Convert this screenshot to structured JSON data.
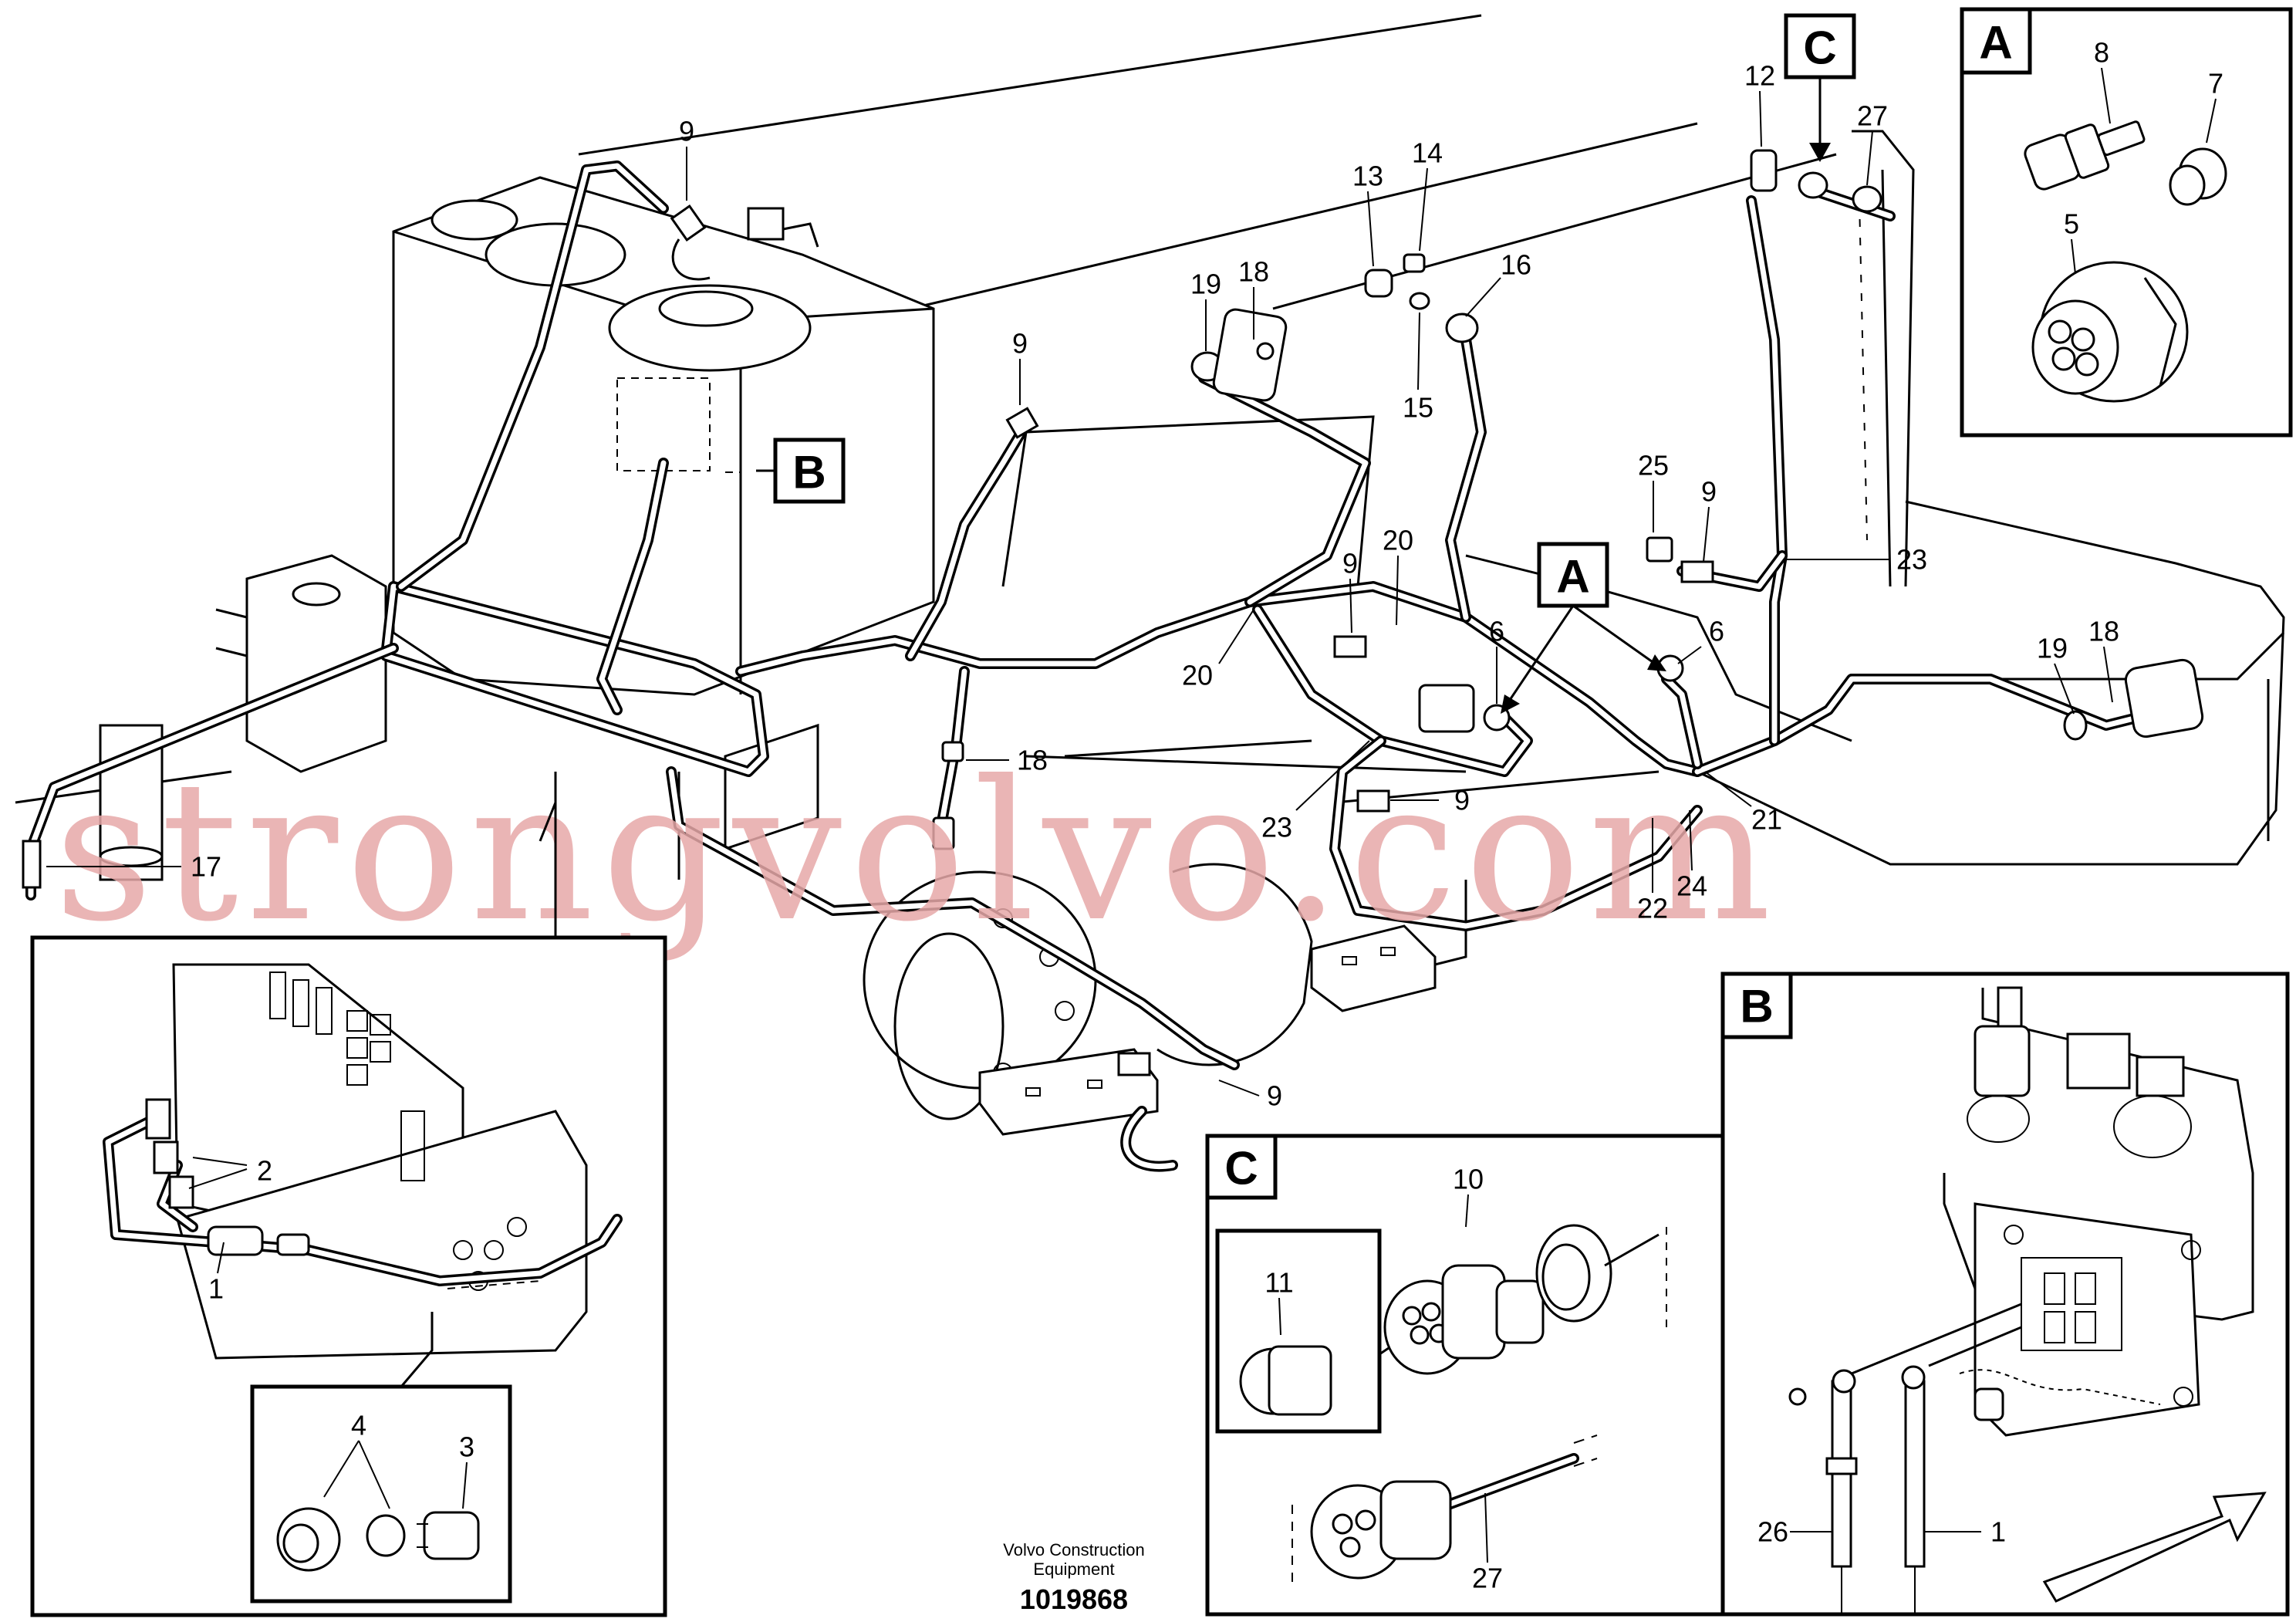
{
  "diagram": {
    "watermark": "strongvolvo.com",
    "footer": {
      "maker_line1": "Volvo Construction",
      "maker_line2": "Equipment",
      "drawing_number": "1019868"
    },
    "view_labels": {
      "A": "A",
      "B": "B",
      "C": "C"
    },
    "callouts": {
      "c9_top": "9",
      "c9_mid": "9",
      "c19_top": "19",
      "c18_top": "18",
      "c13": "13",
      "c14": "14",
      "c16": "16",
      "c15": "15",
      "c12": "12",
      "c27_top": "27",
      "c25": "25",
      "c9_right": "9",
      "c23_right": "23",
      "c9_center": "9",
      "c20_center": "20",
      "c20_left": "20",
      "c6_left": "6",
      "c6_right": "6",
      "c19_right": "19",
      "c18_right": "18",
      "c18_center": "18",
      "c23_center": "23",
      "c9_bottom": "9",
      "c21": "21",
      "c22": "22",
      "c24": "24",
      "c17": "17",
      "c9_wheel": "9",
      "inA_8": "8",
      "inA_7": "7",
      "inA_5": "5",
      "inLeft_2": "2",
      "inLeft_1": "1",
      "inLeft_4": "4",
      "inLeft_3": "3",
      "inC_10": "10",
      "inC_11": "11",
      "inC_27": "27",
      "inB_26": "26",
      "inB_1": "1"
    }
  }
}
